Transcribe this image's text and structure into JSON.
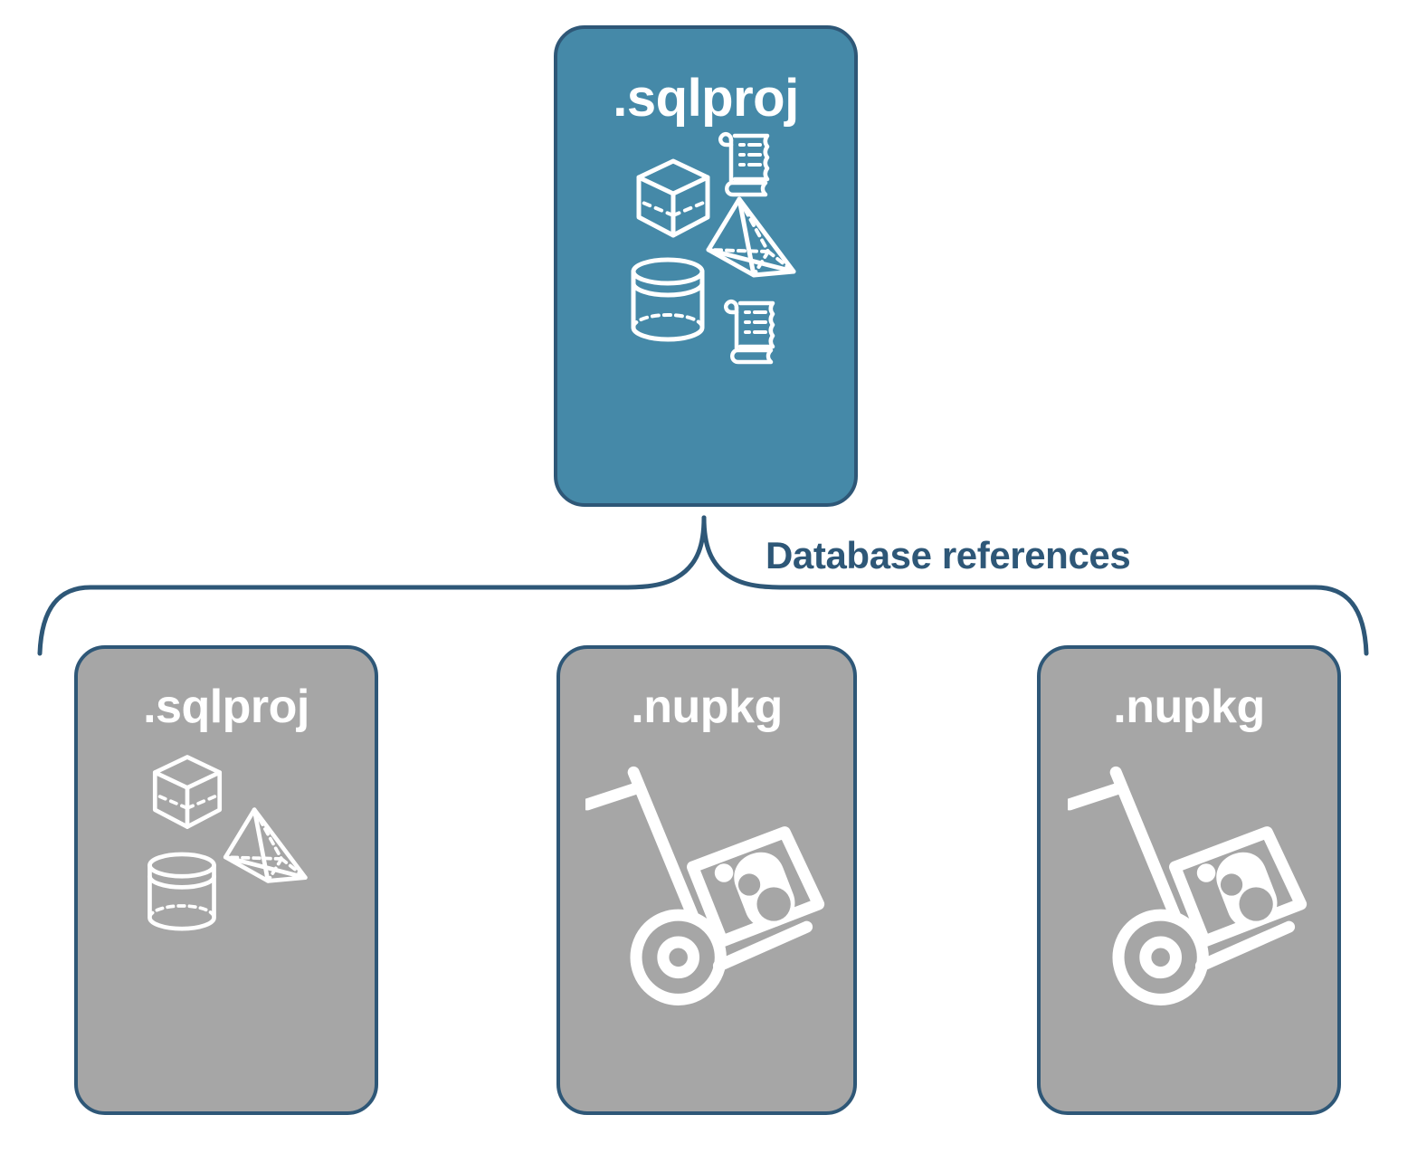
{
  "diagram": {
    "title_text": "Database references",
    "colors": {
      "primary_fill": "#4589A8",
      "secondary_fill": "#A6A6A6",
      "stroke": "#2E5777",
      "icon": "#FFFFFF",
      "background": "#FFFFFF"
    },
    "connector": {
      "label": "Database references",
      "type": "curly-brace",
      "direction": "one-to-many"
    },
    "parent": {
      "label": ".sqlproj",
      "fill": "#4589A8",
      "icons": [
        "cube-icon",
        "scroll-icon",
        "pyramid-icon",
        "cylinder-icon",
        "scroll-icon"
      ]
    },
    "children": [
      {
        "label": ".sqlproj",
        "fill": "#A6A6A6",
        "icons": [
          "cube-icon",
          "pyramid-icon",
          "cylinder-icon"
        ]
      },
      {
        "label": ".nupkg",
        "fill": "#A6A6A6",
        "icons": [
          "hand-truck-package-icon"
        ]
      },
      {
        "label": ".nupkg",
        "fill": "#A6A6A6",
        "icons": [
          "hand-truck-package-icon"
        ]
      }
    ]
  }
}
